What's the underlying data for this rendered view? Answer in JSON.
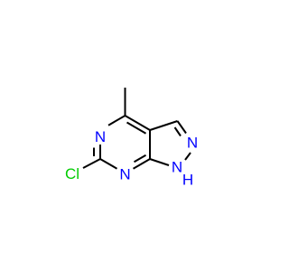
{
  "diagram": {
    "colors": {
      "background": "#ffffff",
      "bond": "#000000",
      "nitrogen": "#0000ff",
      "chlorine": "#00cc00"
    },
    "atoms": {
      "n_ring_top": "N",
      "n_ring_bottom": "N",
      "n_pyrazole_upper": "N",
      "n_pyrazole_h": "N",
      "h_on_n": "H",
      "chlorine": "Cl"
    }
  }
}
